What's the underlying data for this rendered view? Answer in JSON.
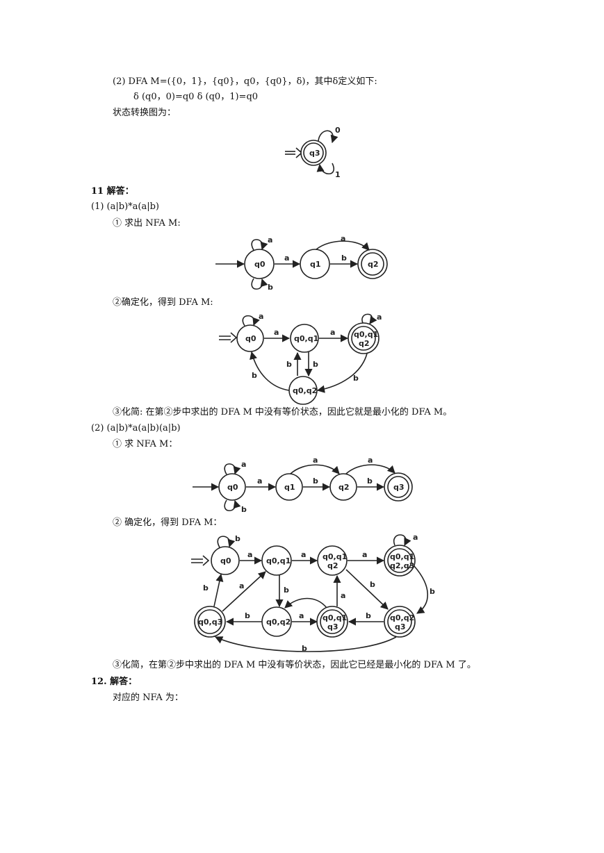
{
  "part2": {
    "line1": "(2) DFA M=({0，1}，{q0}，q0，{q0}，δ)，其中δ定义如下:",
    "line2": "δ (q0，0)=q0      δ (q0，1)=q0",
    "line3": "状态转换图为："
  },
  "fig1": {
    "state": "q3",
    "label0": "0",
    "label1": "1"
  },
  "q11": {
    "heading": "11 解答：",
    "sub1": "(1) (a|b)*a(a|b)",
    "step1": "① 求出 NFA M:",
    "step2": "②确定化，得到 DFA M:",
    "step3": "③化简: 在第②步中求出的 DFA M 中没有等价状态，因此它就是最小化的 DFA M。",
    "sub2": "(2) (a|b)*a(a|b)(a|b)",
    "step4": "① 求 NFA M：",
    "step5": "② 确定化，得到 DFA M：",
    "step6": "③化简，在第②步中求出的 DFA M 中没有等价状态，因此它已经是最小化的 DFA M 了。"
  },
  "q12": {
    "heading": "12. 解答：",
    "text": "对应的 NFA 为："
  },
  "fig2": {
    "states": [
      "q0",
      "q1",
      "q2"
    ],
    "labels": [
      "a",
      "b",
      "a",
      "b",
      "a"
    ]
  },
  "fig3": {
    "states": [
      "q0",
      "q0,q1",
      "q0,q1",
      "q2",
      "q0,q2"
    ],
    "labels": [
      "a",
      "a",
      "a",
      "a",
      "b",
      "b",
      "b"
    ]
  },
  "fig4": {
    "states": [
      "q0",
      "q1",
      "q2",
      "q3"
    ],
    "labels": [
      "a",
      "b",
      "a",
      "b",
      "a",
      "b",
      "a"
    ]
  },
  "fig5": {
    "states": [
      "q0",
      "q0,q1",
      "q0,q1",
      "q2",
      "q0,q1",
      "q2,q3",
      "q0,q3",
      "q0,q2",
      "q0,q1",
      "q3",
      "q0,q2",
      "q3"
    ],
    "labels": [
      "b",
      "a",
      "a",
      "a",
      "a",
      "b",
      "a",
      "b",
      "b",
      "b",
      "b",
      "a",
      "a",
      "b"
    ]
  }
}
